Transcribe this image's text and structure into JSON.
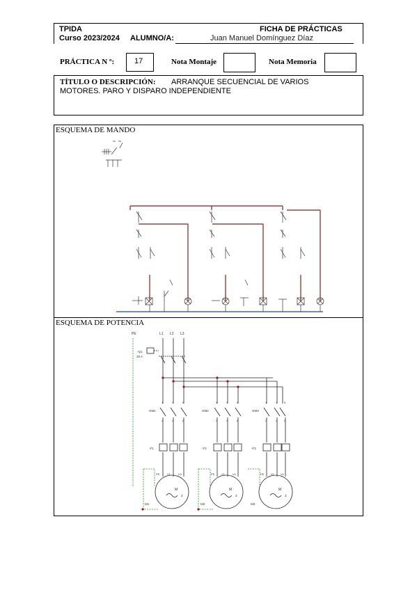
{
  "header": {
    "org": "TPIDA",
    "course_label": "Curso 2023/2024",
    "student_label": "ALUMNO/A:",
    "student_name": "Juan Manuel Domínguez Díaz",
    "doc_title": "FICHA DE PRÁCTICAS"
  },
  "practice": {
    "number_label": "PRÁCTICA N º:",
    "number": "17",
    "assembly_grade_label": "Nota Montaje",
    "assembly_grade": "",
    "report_grade_label": "Nota Memoria",
    "report_grade": ""
  },
  "title_section": {
    "label": "TÍTULO O DESCRIPCIÓN:",
    "text_line1": "ARRANQUE SECUENCIAL DE VARIOS",
    "text_line2": "MOTORES. PARO Y DISPARO INDEPENDIENTE"
  },
  "control_section": {
    "label": "ESQUEMA DE MANDO"
  },
  "power_section": {
    "label": "ESQUEMA DE POTENCIA",
    "supply": {
      "pe": "PE",
      "lines": [
        "L1",
        "L2",
        "L3"
      ]
    },
    "protection": {
      "tag": "-Q1",
      "rating": "25 A"
    },
    "contactors": [
      "-KM1",
      "-KM2",
      "-KM3"
    ],
    "relays": [
      "-F1",
      "-F2",
      "-F3"
    ],
    "motors": [
      "M1",
      "M2",
      "M3"
    ],
    "motor_symbol": "M",
    "motor_phase": "3",
    "terminals_top": [
      "1",
      "3",
      "5"
    ],
    "terminals_bottom": [
      "2",
      "4",
      "6"
    ],
    "motor_terminals": [
      "PE",
      "V1",
      "U1"
    ]
  },
  "colors": {
    "line": "#8b1a1a",
    "neutral": "#1f3fd6",
    "ground": "#1a9a1a",
    "wire": "#222222"
  }
}
